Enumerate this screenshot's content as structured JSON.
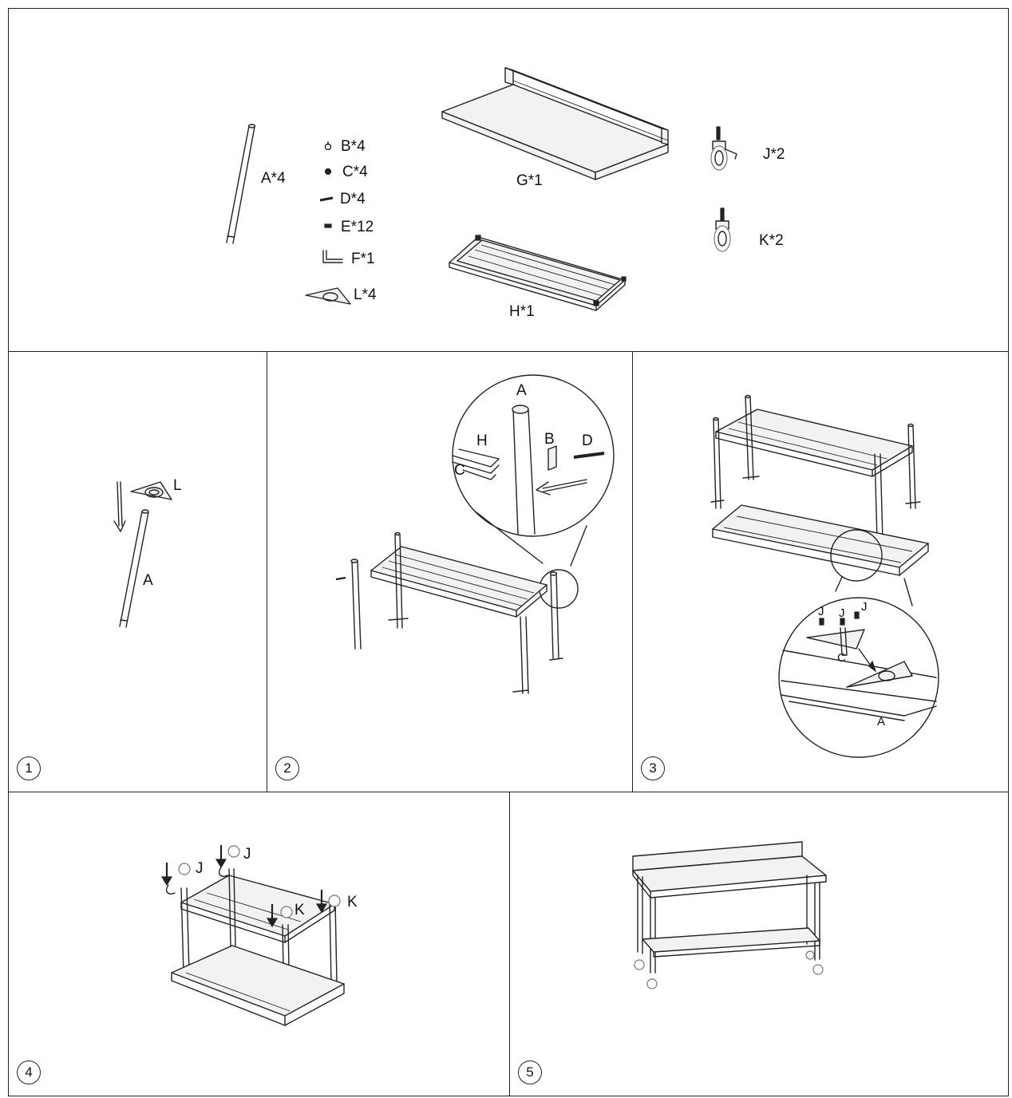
{
  "parts": {
    "A": "A*4",
    "B": "B*4",
    "C": "C*4",
    "D": "D*4",
    "E": "E*12",
    "F": "F*1",
    "L": "L*4",
    "G": "G*1",
    "H": "H*1",
    "J": "J*2",
    "K": "K*2"
  },
  "steps": [
    {
      "number": "1",
      "labels": {
        "L": "L",
        "A": "A"
      }
    },
    {
      "number": "2",
      "labels": {
        "A": "A",
        "H": "H",
        "B": "B",
        "D": "D",
        "C": "C"
      }
    },
    {
      "number": "3",
      "labels": {
        "J1": "J",
        "J2": "J",
        "J3": "J",
        "C": "C",
        "A": "A"
      }
    },
    {
      "number": "4",
      "labels": {
        "J1": "J",
        "J2": "J",
        "K1": "K",
        "K2": "K"
      }
    },
    {
      "number": "5",
      "labels": {}
    }
  ]
}
